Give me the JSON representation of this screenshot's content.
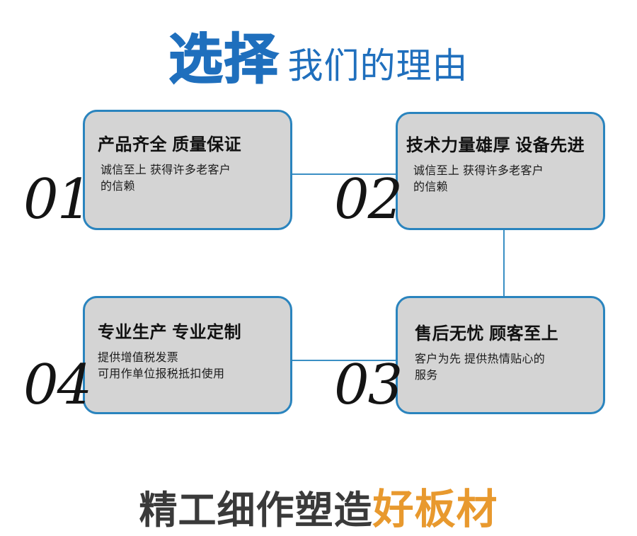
{
  "header": {
    "strong_text": "选择",
    "light_text": "我们的理由",
    "strong_color": "#1f6fbd",
    "light_color": "#1f6fbd"
  },
  "cards": [
    {
      "number": "01",
      "title": "产品齐全 质量保证",
      "body_lines": [
        "诚信至上 获得许多老客户",
        "的信赖"
      ]
    },
    {
      "number": "02",
      "title": "技术力量雄厚 设备先进",
      "body_lines": [
        "诚信至上 获得许多老客户",
        "的信赖"
      ]
    },
    {
      "number": "03",
      "title": "售后无忧 顾客至上",
      "body_lines": [
        "客户为先 提供热情贴心的",
        "服务"
      ]
    },
    {
      "number": "04",
      "title": "专业生产 专业定制",
      "body_lines": [
        "提供增值税发票",
        "可用作单位报税抵扣使用"
      ]
    }
  ],
  "footer": {
    "dark_text": "精工细作塑造",
    "accent_text": "好板材",
    "dark_color": "#3a3a3a",
    "accent_color": "#e8992e"
  },
  "theme": {
    "card_fill": "#d4d4d4",
    "card_border": "#2a84be",
    "connector": "#3a8fc4",
    "background": "#ffffff"
  }
}
